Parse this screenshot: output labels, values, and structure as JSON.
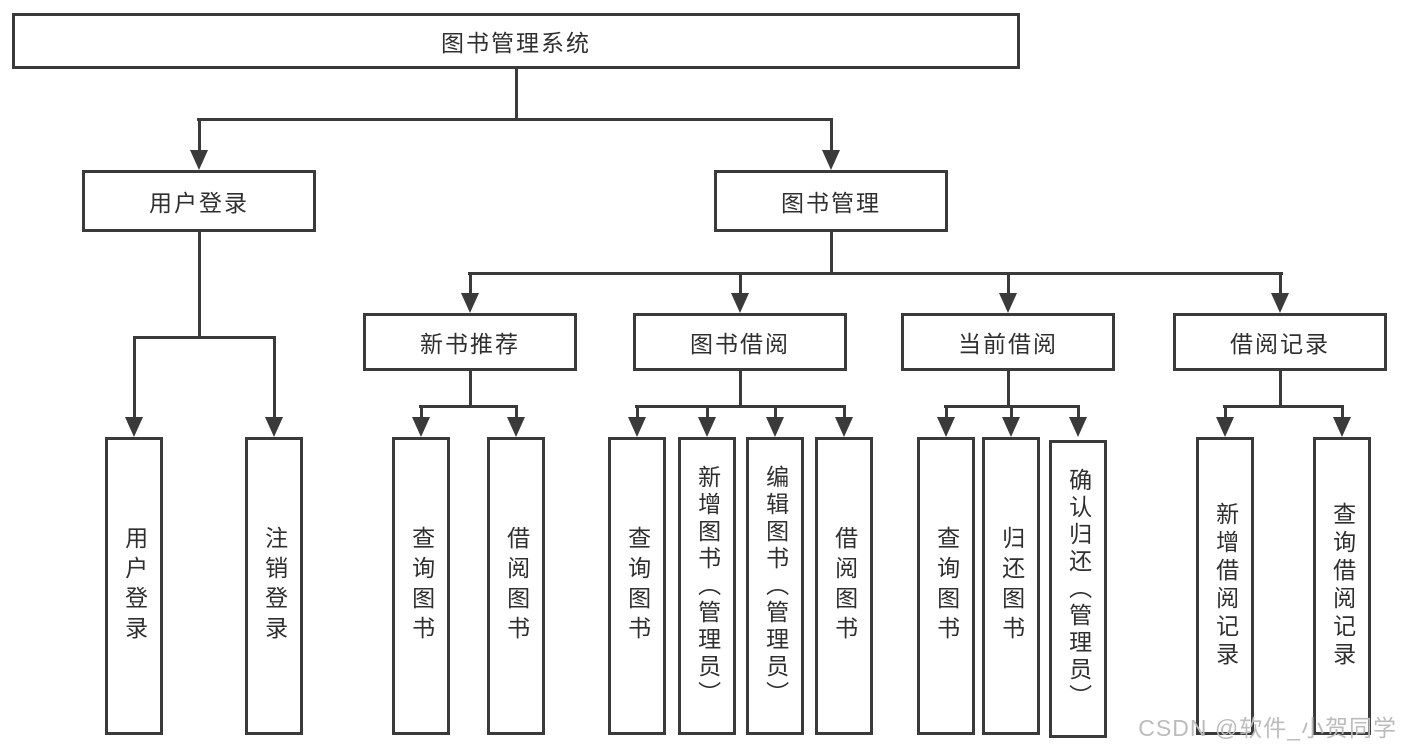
{
  "diagram": {
    "root": {
      "label": "图书管理系统"
    },
    "branches": {
      "login": {
        "label": "用户登录",
        "children": [
          "用户登录",
          "注销登录"
        ]
      },
      "mgmt": {
        "label": "图书管理",
        "sections": {
          "newbook": {
            "label": "新书推荐",
            "children": [
              "查询图书",
              "借阅图书"
            ]
          },
          "borrow": {
            "label": "图书借阅",
            "children": [
              "查询图书",
              "新增图书（管理员）",
              "编辑图书（管理员）",
              "借阅图书"
            ]
          },
          "current": {
            "label": "当前借阅",
            "children": [
              "查询图书",
              "归还图书",
              "确认归还（管理员）"
            ]
          },
          "records": {
            "label": "借阅记录",
            "children": [
              "新增借阅记录",
              "查询借阅记录"
            ]
          }
        }
      }
    },
    "watermark": "CSDN @软件_小贺同学",
    "colors": {
      "line": "#3a3a3a",
      "text": "#2f2f2f",
      "watermark": "#bcbcbc",
      "background": "#ffffff"
    }
  }
}
